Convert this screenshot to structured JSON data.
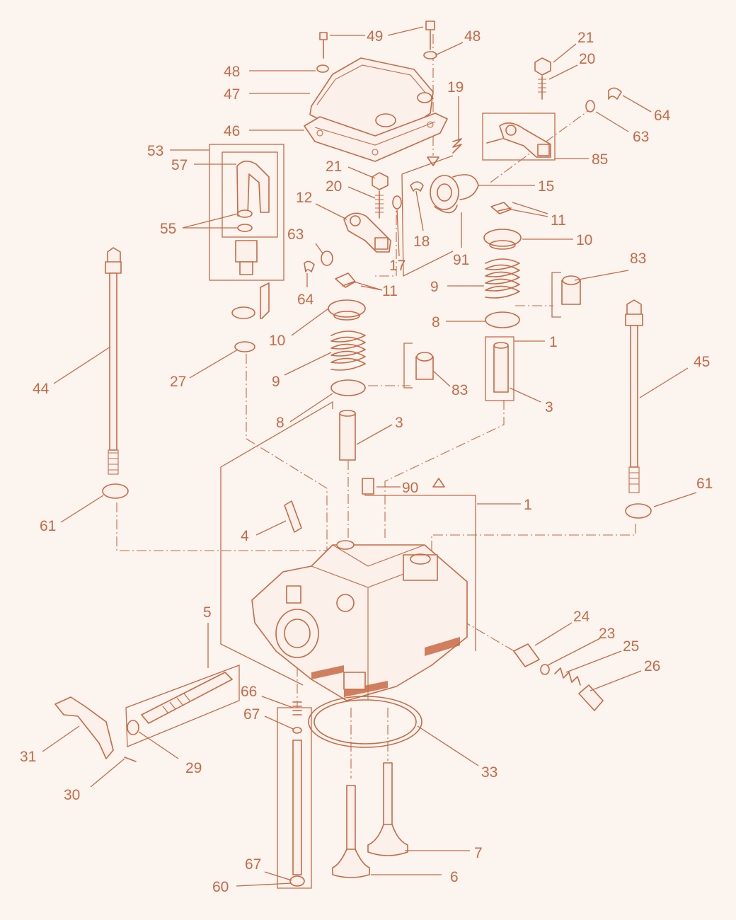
{
  "diagram": {
    "labels": [
      {
        "id": "l49",
        "text": "49"
      },
      {
        "id": "l48a",
        "text": "48"
      },
      {
        "id": "l48b",
        "text": "48"
      },
      {
        "id": "l47",
        "text": "47"
      },
      {
        "id": "l46",
        "text": "46"
      },
      {
        "id": "l21a",
        "text": "21"
      },
      {
        "id": "l20a",
        "text": "20"
      },
      {
        "id": "l64a",
        "text": "64"
      },
      {
        "id": "l63a",
        "text": "63"
      },
      {
        "id": "l85",
        "text": "85"
      },
      {
        "id": "l53",
        "text": "53"
      },
      {
        "id": "l57",
        "text": "57"
      },
      {
        "id": "l55",
        "text": "55"
      },
      {
        "id": "l21b",
        "text": "21"
      },
      {
        "id": "l20b",
        "text": "20"
      },
      {
        "id": "l12",
        "text": "12"
      },
      {
        "id": "l19",
        "text": "19"
      },
      {
        "id": "l15",
        "text": "15"
      },
      {
        "id": "l11a",
        "text": "11"
      },
      {
        "id": "l10a",
        "text": "10"
      },
      {
        "id": "l63b",
        "text": "63"
      },
      {
        "id": "l18",
        "text": "18"
      },
      {
        "id": "l91",
        "text": "91"
      },
      {
        "id": "l17",
        "text": "17"
      },
      {
        "id": "l64b",
        "text": "64"
      },
      {
        "id": "l11b",
        "text": "11"
      },
      {
        "id": "l83a",
        "text": "83"
      },
      {
        "id": "l9a",
        "text": "9"
      },
      {
        "id": "l8a",
        "text": "8"
      },
      {
        "id": "l1a",
        "text": "1"
      },
      {
        "id": "l10b",
        "text": "10"
      },
      {
        "id": "l44",
        "text": "44"
      },
      {
        "id": "l27",
        "text": "27"
      },
      {
        "id": "l9b",
        "text": "9"
      },
      {
        "id": "l83b",
        "text": "83"
      },
      {
        "id": "l3a",
        "text": "3"
      },
      {
        "id": "l45",
        "text": "45"
      },
      {
        "id": "l8b",
        "text": "8"
      },
      {
        "id": "l3b",
        "text": "3"
      },
      {
        "id": "l90",
        "text": "90"
      },
      {
        "id": "l1b",
        "text": "1"
      },
      {
        "id": "l61a",
        "text": "61"
      },
      {
        "id": "l61b",
        "text": "61"
      },
      {
        "id": "l4",
        "text": "4"
      },
      {
        "id": "l5",
        "text": "5"
      },
      {
        "id": "l24",
        "text": "24"
      },
      {
        "id": "l23",
        "text": "23"
      },
      {
        "id": "l25",
        "text": "25"
      },
      {
        "id": "l26",
        "text": "26"
      },
      {
        "id": "l66",
        "text": "66"
      },
      {
        "id": "l67a",
        "text": "67"
      },
      {
        "id": "l31",
        "text": "31"
      },
      {
        "id": "l29",
        "text": "29"
      },
      {
        "id": "l33",
        "text": "33"
      },
      {
        "id": "l30",
        "text": "30"
      },
      {
        "id": "l7",
        "text": "7"
      },
      {
        "id": "l67b",
        "text": "67"
      },
      {
        "id": "l6",
        "text": "6"
      },
      {
        "id": "l60",
        "text": "60"
      }
    ]
  },
  "colors": {
    "line": "#c86a45",
    "background": "#fbf4ef"
  }
}
